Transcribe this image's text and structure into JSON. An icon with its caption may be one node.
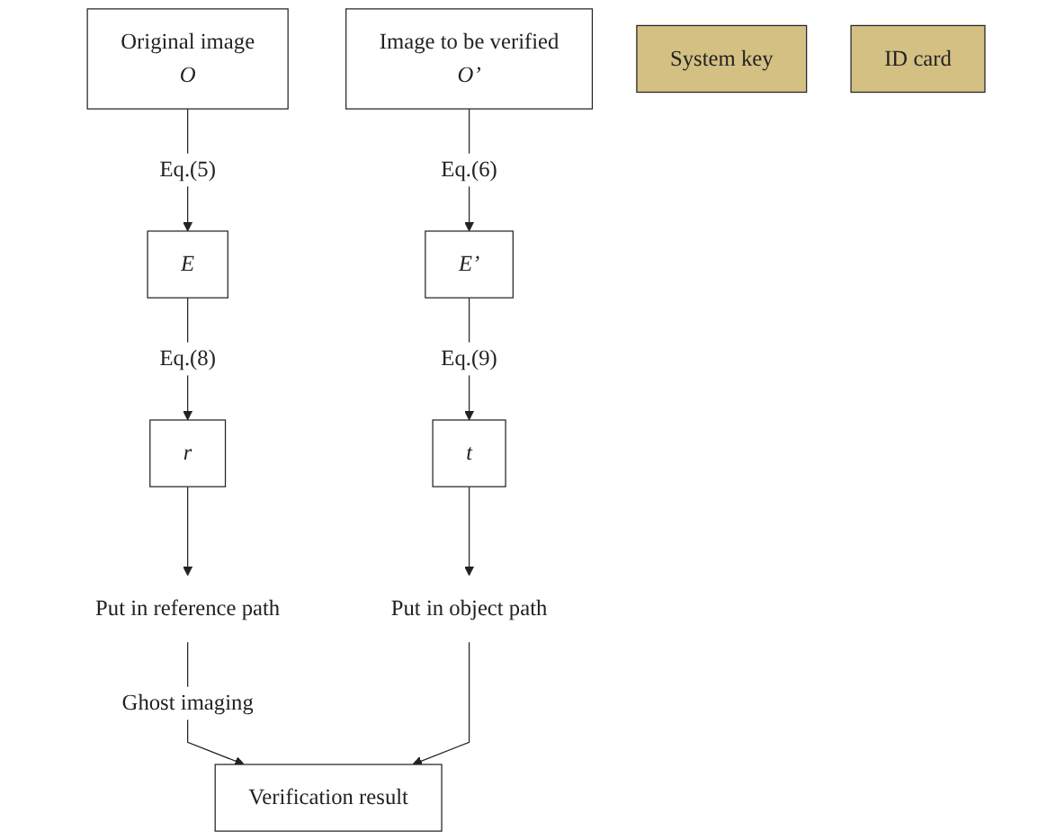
{
  "diagram": {
    "nodes": [
      {
        "text": [
          "Original image",
          "O"
        ]
      },
      {
        "text": [
          "Image to be verified",
          "O’"
        ]
      },
      {
        "text": [
          "E"
        ]
      },
      {
        "text": [
          "E’"
        ]
      },
      {
        "text": [
          "System key"
        ]
      },
      {
        "text": [
          "r"
        ]
      },
      {
        "text": [
          "t"
        ]
      },
      {
        "text": [
          "ID card"
        ]
      },
      {
        "text": [
          "Put in reference path"
        ]
      },
      {
        "text": [
          "Put in object path"
        ]
      },
      {
        "text": [
          "Verification result"
        ]
      }
    ],
    "edges": [
      {
        "from": 0,
        "to": 2,
        "arrow": "to",
        "label": "Eq.(5)"
      },
      {
        "from": 1,
        "to": 3,
        "arrow": "to",
        "label": "Eq.(6)"
      },
      {
        "from": 2,
        "to": 5,
        "arrow": "to",
        "label": "Eq.(8)"
      },
      {
        "from": 3,
        "to": 6,
        "arrow": "to",
        "label": "Eq.(9)"
      },
      {
        "from": 5,
        "to": 8,
        "arrow": "to"
      },
      {
        "from": 6,
        "to": 9,
        "arrow": "to"
      },
      {
        "from": 8,
        "to": 10,
        "arrow": "to",
        "label": "Ghost imaging"
      },
      {
        "from": 9,
        "to": 10,
        "arrow": "to"
      }
    ]
  }
}
